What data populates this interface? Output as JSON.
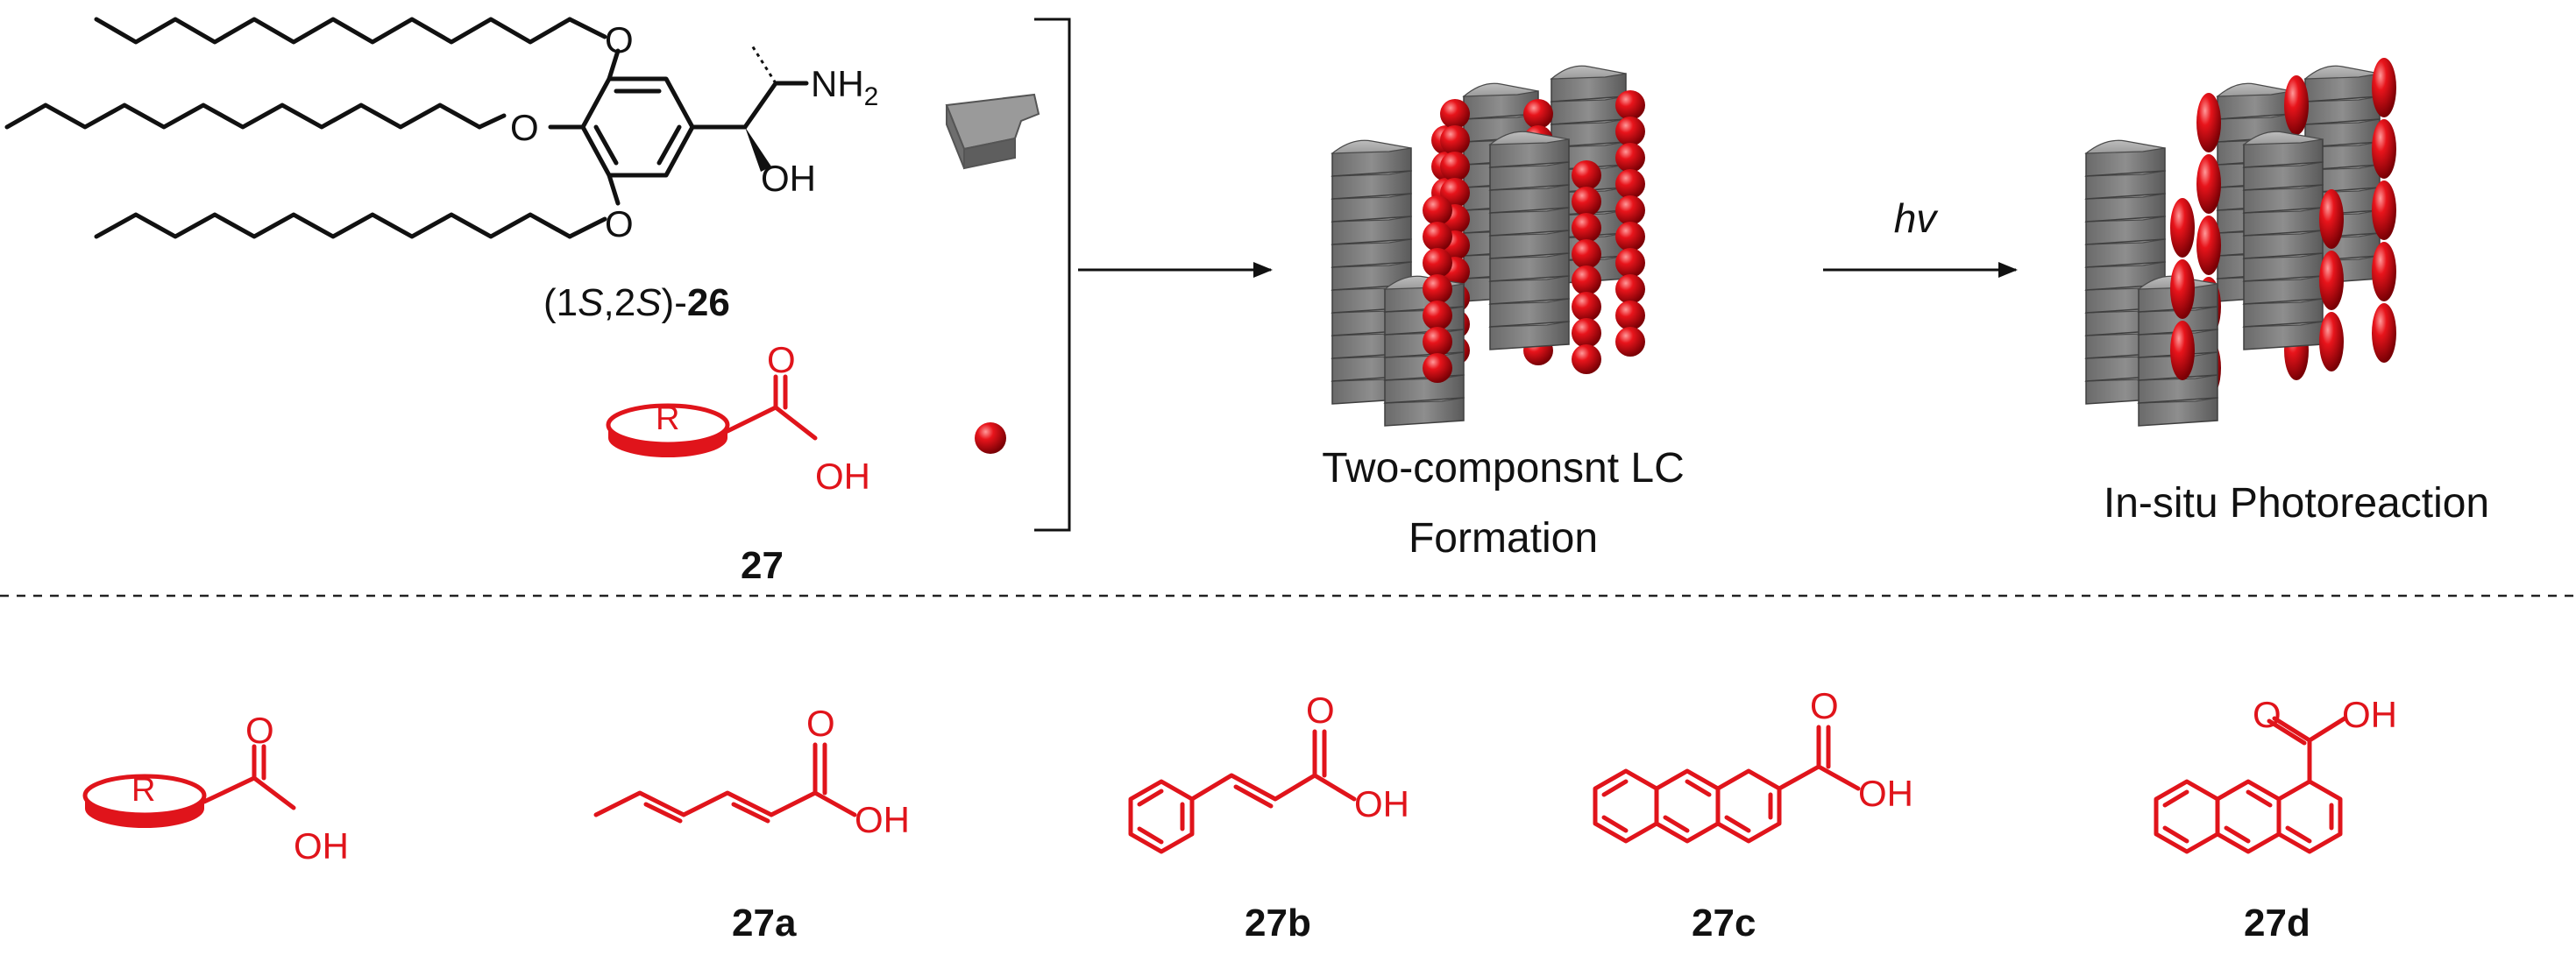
{
  "colors": {
    "accent": "#e0141b",
    "text": "#111111",
    "block_gray": "#8a8a8a"
  },
  "compound_26": {
    "label_prefix": "(1",
    "label_s1": "S",
    "label_mid": ",2",
    "label_s2": "S",
    "label_suffix": ")-",
    "label_num": "26",
    "atom_o": "O",
    "atom_oh": "OH",
    "atom_nh": "NH",
    "atom_nh_sub": "2"
  },
  "compound_27": {
    "label": "27",
    "r_group": "R",
    "atom_o": "O",
    "atom_oh": "OH"
  },
  "steps": {
    "step1_line1": "Two-componsnt LC",
    "step1_line2": "Formation",
    "light": "hv",
    "step2_line1": "In-situ Photoreaction"
  },
  "examples": {
    "generic": {
      "r_group": "R",
      "atom_o": "O",
      "atom_oh": "OH"
    },
    "a": {
      "label": "27a",
      "atom_o": "O",
      "atom_oh": "OH"
    },
    "b": {
      "label": "27b",
      "atom_o": "O",
      "atom_oh": "OH"
    },
    "c": {
      "label": "27c",
      "atom_o": "O",
      "atom_oh": "OH"
    },
    "d": {
      "label": "27d",
      "atom_o": "O",
      "atom_oh": "OH"
    }
  }
}
